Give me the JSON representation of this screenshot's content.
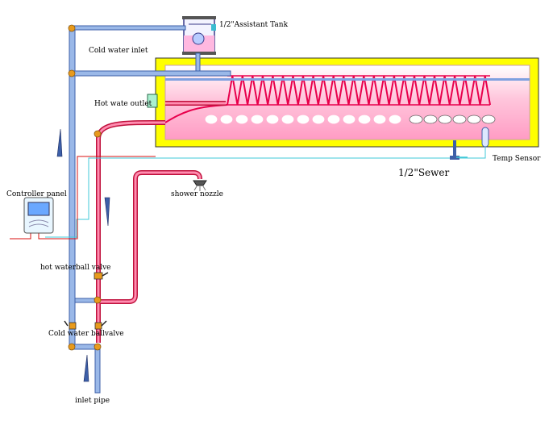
{
  "labels": {
    "assistant_tank": "1/2\"Assistant Tank",
    "cold_water_inlet": "Cold water inlet",
    "hot_water_outlet": "Hot wate outlet",
    "sewer": "1/2\"Sewer",
    "temp_sensor": "Temp Sensor",
    "shower_nozzle": "shower nozzle",
    "controller_panel": "Controller panel",
    "hot_water_ball_valve": "hot waterball valve",
    "cold_water_ball_valve": "Cold water ballvalve",
    "inlet_pipe": "inlet pipe"
  },
  "colors": {
    "cold_pipe": "#9ab8e8",
    "cold_pipe_edge": "#3d5fa8",
    "hot_pipe": "#ff6fa0",
    "hot_pipe_edge": "#b0103c",
    "tank_frame": "#ffff00",
    "tank_inner": "#ffb8d8",
    "coil": "#e8004c",
    "joint": "#e89a1c",
    "sensor_wire": "#40c8d8",
    "power_wire": "#d81010"
  }
}
